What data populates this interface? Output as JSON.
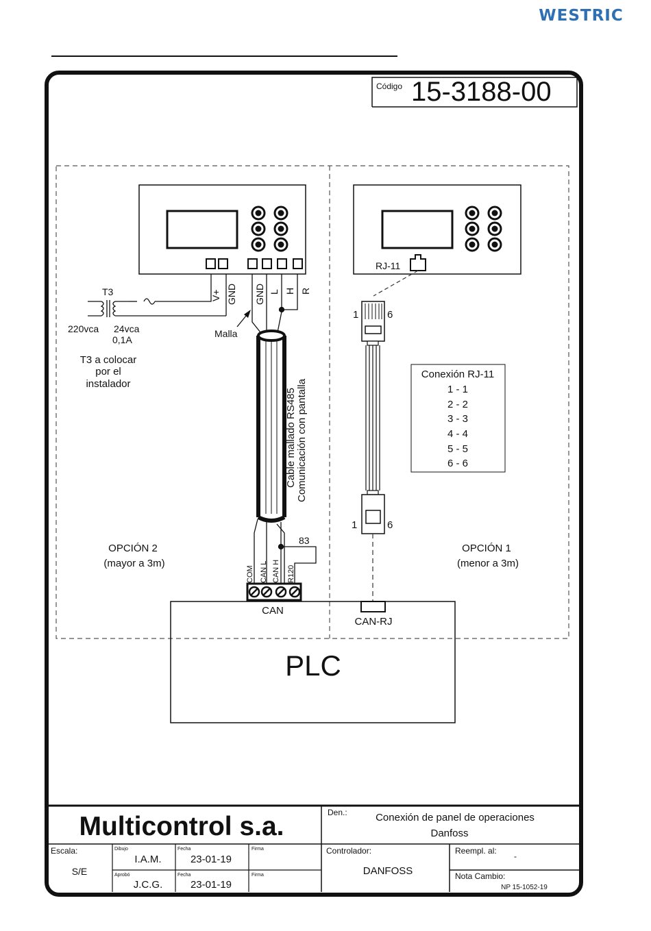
{
  "logo": "WESTRIC",
  "code": {
    "label": "Código",
    "value": "15-3188-00"
  },
  "left_panel": {
    "terminals": [
      "V+",
      "GND",
      "GND",
      "L",
      "H",
      "R"
    ]
  },
  "right_panel": {
    "jack_label": "RJ-11"
  },
  "transformer": {
    "name": "T3",
    "primary": "220vca",
    "secondary": "24vca",
    "current": "0,1A",
    "note": [
      "T3 a colocar",
      "por el",
      "instalador"
    ]
  },
  "malla_label": "Malla",
  "cable_label": [
    "Cable mallado RS485",
    "Comunicación con pantalla"
  ],
  "rj_cable": {
    "pin_left": "1",
    "pin_right": "6"
  },
  "rj_table": {
    "title": "Conexión RJ-11",
    "rows": [
      "1 - 1",
      "2 - 2",
      "3 - 3",
      "4 - 4",
      "5 - 5",
      "6 - 6"
    ]
  },
  "option2": {
    "title": "OPCIÓN 2",
    "sub": "(mayor a 3m)"
  },
  "option1": {
    "title": "OPCIÓN 1",
    "sub": "(menor a 3m)"
  },
  "jumper_label": "83",
  "can_terminals": [
    "COM",
    "CAN L",
    "CAN H",
    "R120"
  ],
  "can_label": "CAN",
  "canrj_label": "CAN-RJ",
  "plc_label": "PLC",
  "title_block": {
    "company": "Multicontrol s.a.",
    "den_label": "Den.:",
    "den_line1": "Conexión de panel de operaciones",
    "den_line2": "Danfoss",
    "escala_label": "Escala:",
    "escala_value": "S/E",
    "dibujo_label": "Dibujo",
    "dibujo_value": "I.A.M.",
    "aprobo_label": "Aprobó",
    "aprobo_value": "J.C.G.",
    "fecha_label": "Fecha",
    "fecha1": "23-01-19",
    "fecha2": "23-01-19",
    "firma_label": "Firma",
    "controlador_label": "Controlador:",
    "controlador_value": "DANFOSS",
    "reempl_label": "Reempl. al:",
    "reempl_value": "-",
    "nota_label": "Nota Cambio:",
    "nota_value": "NP 15-1052-19"
  }
}
